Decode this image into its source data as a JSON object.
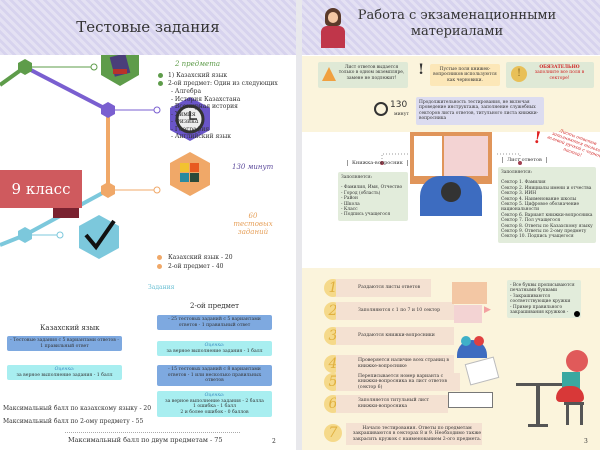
{
  "left": {
    "title": "Тестовые задания",
    "grade": "9 класс",
    "subjects_heading": "2 предмета",
    "subject1": "1) Казахский язык",
    "subject2": "2-ой предмет: Один из следующих",
    "options": [
      "- Алгебра",
      "- История Казахстана",
      "- Всемирная история",
      "- Химия",
      "- Физика",
      "- География",
      "- Английский язык"
    ],
    "duration": "130 минут",
    "tests_count": "60 тестовых заданий",
    "split": [
      "Казахский язык - 20",
      "2-ой предмет - 40"
    ],
    "tasks_label": "Задания",
    "kaz_heading": "Казахский язык",
    "kaz_box": "- Тестовые задания с 5 вариантами ответов - 1 правильный ответ",
    "kaz_score_title": "Оценка:",
    "kaz_score": "за верное выполнение задания - 1 балл",
    "second_heading": "2-ой предмет",
    "sec_box1": "- 25 тестовых заданий с 5 вариантами ответов - 1 правильный ответ",
    "sec_score1_title": "Оценка:",
    "sec_score1": "за верное выполнение задания - 1 балл",
    "sec_box2": "- 15 тестовых заданий с 8 вариантами ответов - 1 или несколько правильных ответов",
    "sec_score2_title": "Оценка:",
    "sec_score2": [
      "за верное выполнение задания - 2 балла",
      "1 ошибка - 1 балл",
      "2 и более ошибок - 0 баллов"
    ],
    "max_kaz": "Максимальный балл по казахскому языку - 20",
    "max_second": "Максимальный балл по 2-ому предмету - 55",
    "max_total": "Максимальный балл по двум предметам - 75",
    "page_number": "2"
  },
  "right": {
    "title": "Работа с экзаменационными материалами",
    "note1": "Лист ответов выдается только в одном экземпляре, замене не подлежит!",
    "note2": "Пустые поля книжек-вопросников используются как черновики.",
    "note3_title": "ОБЯЗАТЕЛЬНО",
    "note3": "заполните все поля в секторе!",
    "time_value": "130",
    "time_unit": "минут",
    "time_note": "Продолжительность тестирования, не включая проведение инструктажа, заполнение служебных секторов листа ответов, титульного листа книжки-вопросника",
    "booklet_label": "Книжка-вопросник",
    "answer_label": "Лист ответов",
    "warning": "Листы ответов заполняются только гелевой ручкой с черной пастой!",
    "booklet_fill_title": "Заполняется:",
    "booklet_fill": [
      "- Фамилия, Имя, Отчество",
      "- Город (область)",
      "- Район",
      "- Школа",
      "- Класс",
      "- Подпись учащегося"
    ],
    "answer_fill_title": "Заполняется:",
    "answer_fill": [
      "Сектор 1. Фамилия",
      "Сектор 2. Инициалы имени и отчества",
      "Сектор 3. ИИН",
      "Сектор 4. Наименование школы",
      "Сектор 5. Цифровое обозначение национальности",
      "Сектор 6. Вариант книжки-вопросника",
      "Сектор 7. Пол учащегося",
      "Сектор 8. Ответы по Казахскому языку",
      "Сектор 9. Ответы по 2-ому предмету",
      "Сектор 10. Подпись учащегося"
    ],
    "steps": [
      {
        "n": "1",
        "text": "Раздаются листы ответов"
      },
      {
        "n": "2",
        "text": "Заполняются с 1 по 7 и 10 сектор"
      },
      {
        "n": "3",
        "text": "Раздаются книжки-вопросники"
      },
      {
        "n": "4",
        "text": "Проверяется наличие всех страниц в книжке-вопроснике"
      },
      {
        "n": "5",
        "text": "Переписывается номер варианта с книжки-вопросника на лист ответов (сектор 6)"
      },
      {
        "n": "6",
        "text": "Заполняется титульный лист книжки-вопросника"
      },
      {
        "n": "7",
        "text": "Начало тестирования. Ответы по предметам закрашиваются в секторах 8 и 9. Необходимо также закрасить кружок с наименованием 2-ого предмета."
      }
    ],
    "rules": [
      "- Все буквы прописываются печатными буквами",
      "- Закрашиваются соответствующие кружки",
      "- Пример правильного закрашивания кружков -"
    ],
    "page_number": "3"
  }
}
